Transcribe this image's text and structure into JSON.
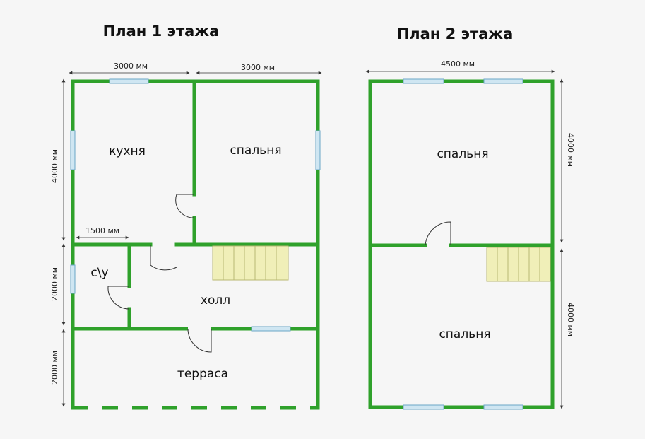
{
  "floor1": {
    "title": "План 1 этажа",
    "rooms": {
      "kitchen": "кухня",
      "bedroom": "спальня",
      "bathroom": "с\\у",
      "hall": "холл",
      "terrace": "терраса"
    },
    "dimensions": {
      "top_left": "3000 мм",
      "top_right": "3000 мм",
      "left_upper": "4000 мм",
      "inner": "1500 мм",
      "left_middle": "2000 мм",
      "left_lower": "2000 мм"
    }
  },
  "floor2": {
    "title": "План 2 этажа",
    "rooms": {
      "bedroom_top": "спальня",
      "bedroom_bottom": "спальня"
    },
    "dimensions": {
      "top": "4500 мм",
      "right_upper": "4000 мм",
      "right_lower": "4000 мм"
    }
  },
  "colors": {
    "wall": "#2fa12b",
    "window": "#cfe6f2",
    "stairs": "#f0efb8",
    "background": "#f6f6f6"
  }
}
